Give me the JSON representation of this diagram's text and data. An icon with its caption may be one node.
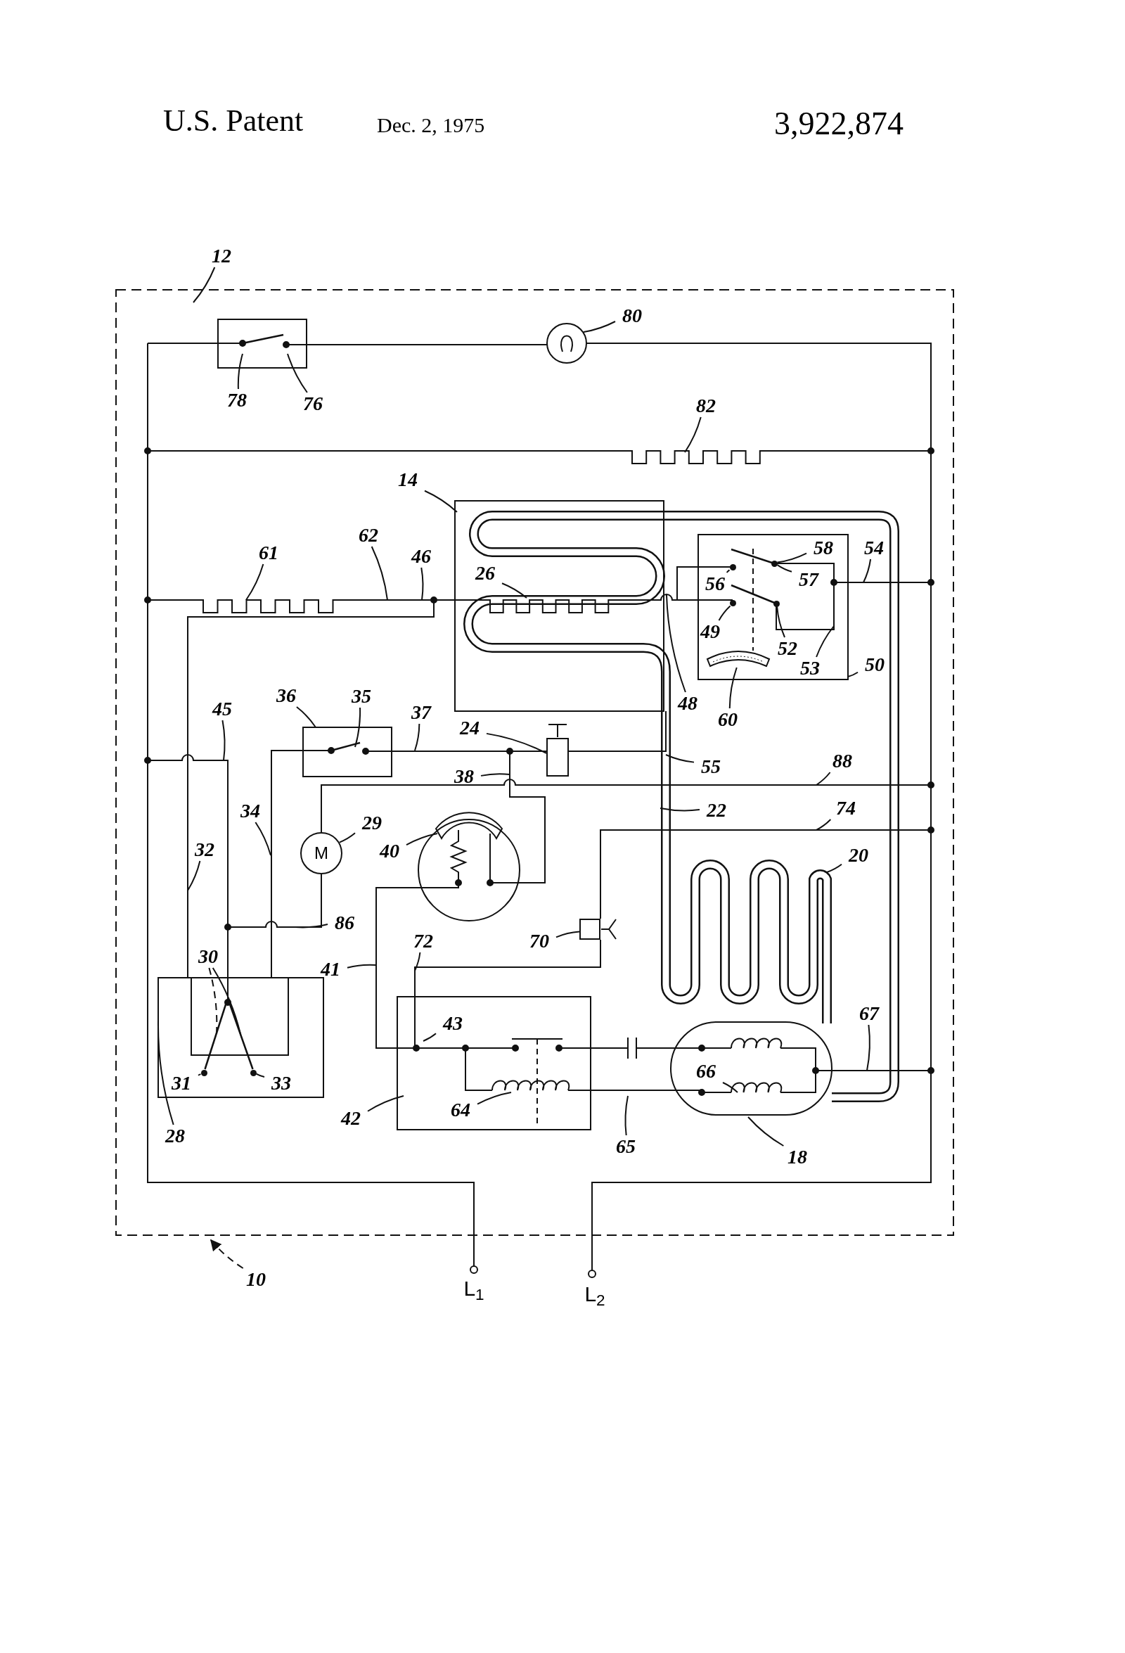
{
  "diagram": {
    "nodes": [
      {
        "text": [
          "12"
        ]
      },
      {
        "text": [
          "80"
        ]
      },
      {
        "text": [
          "78"
        ]
      },
      {
        "text": [
          "76"
        ]
      },
      {
        "text": [
          "82"
        ]
      },
      {
        "text": [
          "14"
        ]
      },
      {
        "text": [
          "62"
        ]
      },
      {
        "text": [
          "61"
        ]
      },
      {
        "text": [
          "46"
        ]
      },
      {
        "text": [
          "26"
        ]
      },
      {
        "text": [
          "58"
        ]
      },
      {
        "text": [
          "54"
        ]
      },
      {
        "text": [
          "57"
        ]
      },
      {
        "text": [
          "56"
        ]
      },
      {
        "text": [
          "49"
        ]
      },
      {
        "text": [
          "52"
        ]
      },
      {
        "text": [
          "50"
        ]
      },
      {
        "text": [
          "53"
        ]
      },
      {
        "text": [
          "48"
        ]
      },
      {
        "text": [
          "60"
        ]
      },
      {
        "text": [
          "36"
        ]
      },
      {
        "text": [
          "35"
        ]
      },
      {
        "text": [
          "45"
        ]
      },
      {
        "text": [
          "37"
        ]
      },
      {
        "text": [
          "24"
        ]
      },
      {
        "text": [
          "38"
        ]
      },
      {
        "text": [
          "55"
        ]
      },
      {
        "text": [
          "88"
        ]
      },
      {
        "text": [
          "34"
        ]
      },
      {
        "text": [
          "29"
        ]
      },
      {
        "text": [
          "M"
        ]
      },
      {
        "text": [
          "40"
        ]
      },
      {
        "text": [
          "22"
        ]
      },
      {
        "text": [
          "74"
        ]
      },
      {
        "text": [
          "20"
        ]
      },
      {
        "text": [
          "32"
        ]
      },
      {
        "text": [
          "86"
        ]
      },
      {
        "text": [
          "41"
        ]
      },
      {
        "text": [
          "72"
        ]
      },
      {
        "text": [
          "70"
        ]
      },
      {
        "text": [
          "30"
        ]
      },
      {
        "text": [
          "31"
        ]
      },
      {
        "text": [
          "33"
        ]
      },
      {
        "text": [
          "43"
        ]
      },
      {
        "text": [
          "67"
        ]
      },
      {
        "text": [
          "66"
        ]
      },
      {
        "text": [
          "42"
        ]
      },
      {
        "text": [
          "64"
        ]
      },
      {
        "text": [
          "65"
        ]
      },
      {
        "text": [
          "28"
        ]
      },
      {
        "text": [
          "18"
        ]
      },
      {
        "text": [
          "10"
        ]
      },
      {
        "text": [],
        "shape": "circle"
      },
      {
        "text": [],
        "shape": "circle"
      },
      {
        "text": [],
        "shape": "circle"
      },
      {
        "text": [],
        "shape": "circle"
      },
      {
        "text": [],
        "shape": "bar"
      },
      {
        "text": [],
        "shape": "box"
      },
      {
        "text": [],
        "shape": "box"
      },
      {
        "text": [],
        "shape": "circle"
      },
      {
        "text": [],
        "shape": "circle"
      },
      {
        "text": [],
        "shape": "bar"
      },
      {
        "text": [],
        "shape": "bar"
      }
    ],
    "edges": [
      {
        "from": 0,
        "to": null,
        "arrow": "none"
      },
      {
        "from": 1,
        "to": null,
        "arrow": "none"
      },
      {
        "from": 2,
        "to": null,
        "arrow": "none"
      },
      {
        "from": 3,
        "to": null,
        "arrow": "none"
      },
      {
        "from": 4,
        "to": null,
        "arrow": "none"
      },
      {
        "from": 5,
        "to": null,
        "arrow": "none"
      },
      {
        "from": 6,
        "to": null,
        "arrow": "none"
      },
      {
        "from": 7,
        "to": null,
        "arrow": "none"
      },
      {
        "from": 8,
        "to": null,
        "arrow": "none"
      },
      {
        "from": 9,
        "to": null,
        "arrow": "none"
      },
      {
        "from": 10,
        "to": 52,
        "arrow": "none"
      },
      {
        "from": 11,
        "to": null,
        "arrow": "none"
      },
      {
        "from": 12,
        "to": 52,
        "arrow": "none"
      },
      {
        "from": 13,
        "to": 53,
        "arrow": "none"
      },
      {
        "from": 14,
        "to": 54,
        "arrow": "none"
      },
      {
        "from": 15,
        "to": 55,
        "arrow": "none"
      },
      {
        "from": 16,
        "to": null,
        "arrow": "none"
      },
      {
        "from": 17,
        "to": null,
        "arrow": "none"
      },
      {
        "from": 18,
        "to": null,
        "arrow": "none"
      },
      {
        "from": 19,
        "to": 56,
        "arrow": "none"
      },
      {
        "from": 20,
        "to": null,
        "arrow": "none"
      },
      {
        "from": 21,
        "to": null,
        "arrow": "none"
      },
      {
        "from": 22,
        "to": null,
        "arrow": "none"
      },
      {
        "from": 23,
        "to": null,
        "arrow": "none"
      },
      {
        "from": 24,
        "to": 57,
        "arrow": "none"
      },
      {
        "from": 25,
        "to": null,
        "arrow": "none"
      },
      {
        "from": 26,
        "to": null,
        "arrow": "none"
      },
      {
        "from": 27,
        "to": null,
        "arrow": "none"
      },
      {
        "from": 28,
        "to": null,
        "arrow": "none"
      },
      {
        "from": 29,
        "to": 30,
        "arrow": "none"
      },
      {
        "from": 31,
        "to": null,
        "arrow": "none"
      },
      {
        "from": 32,
        "to": null,
        "arrow": "none"
      },
      {
        "from": 33,
        "to": null,
        "arrow": "none"
      },
      {
        "from": 34,
        "to": null,
        "arrow": "none"
      },
      {
        "from": 35,
        "to": null,
        "arrow": "none"
      },
      {
        "from": 36,
        "to": null,
        "arrow": "none"
      },
      {
        "from": 37,
        "to": null,
        "arrow": "none"
      },
      {
        "from": 38,
        "to": null,
        "arrow": "none"
      },
      {
        "from": 39,
        "to": 58,
        "arrow": "none"
      },
      {
        "from": 40,
        "to": 61,
        "arrow": "none",
        "style": "dashed"
      },
      {
        "from": 40,
        "to": 62,
        "arrow": "none"
      },
      {
        "from": 41,
        "to": 59,
        "arrow": "none"
      },
      {
        "from": 42,
        "to": 60,
        "arrow": "none"
      },
      {
        "from": 43,
        "to": null,
        "arrow": "none"
      },
      {
        "from": 44,
        "to": null,
        "arrow": "none"
      },
      {
        "from": 45,
        "to": null,
        "arrow": "none"
      },
      {
        "from": 46,
        "to": null,
        "arrow": "none"
      },
      {
        "from": 47,
        "to": null,
        "arrow": "none"
      },
      {
        "from": 48,
        "to": null,
        "arrow": "none"
      },
      {
        "from": 49,
        "to": null,
        "arrow": "none"
      },
      {
        "from": 50,
        "to": null,
        "arrow": "none"
      },
      {
        "from": 51,
        "to": null,
        "arrow": "to",
        "style": "dashed"
      }
    ],
    "labels": [
      "U.S. Patent",
      "Dec. 2, 1975",
      "3,922,874",
      "L$_{1}$",
      "L$_{2}$"
    ]
  }
}
